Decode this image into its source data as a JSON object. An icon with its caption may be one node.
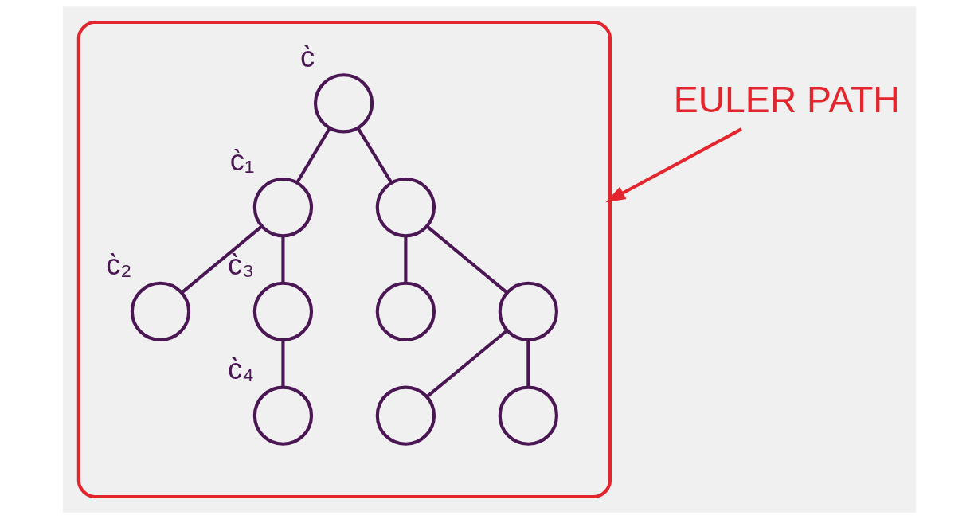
{
  "diagram": {
    "nodes": [
      {
        "text": [],
        "shape": "outline"
      },
      {
        "text": [],
        "shape": "circle",
        "beside": [
          "c̀"
        ],
        "in": 0
      },
      {
        "text": [],
        "shape": "circle",
        "beside": [
          "c̀₁"
        ],
        "in": 0
      },
      {
        "text": [],
        "shape": "circle",
        "in": 0
      },
      {
        "text": [],
        "shape": "circle",
        "beside": [
          "c̀₂"
        ],
        "in": 0
      },
      {
        "text": [],
        "shape": "circle",
        "beside": [
          "c̀₃"
        ],
        "in": 0
      },
      {
        "text": [],
        "shape": "circle",
        "in": 0
      },
      {
        "text": [],
        "shape": "circle",
        "in": 0
      },
      {
        "text": [],
        "shape": "circle",
        "beside": [
          "c̀₄"
        ],
        "in": 0
      },
      {
        "text": [],
        "shape": "circle",
        "in": 0
      },
      {
        "text": [],
        "shape": "circle",
        "in": 0
      },
      {
        "text": [
          "EULER PATH"
        ]
      }
    ],
    "edges": [
      {
        "from": 1,
        "to": 2,
        "arrow": "none"
      },
      {
        "from": 1,
        "to": 3,
        "arrow": "none"
      },
      {
        "from": 2,
        "to": 4,
        "arrow": "none"
      },
      {
        "from": 2,
        "to": 5,
        "arrow": "none"
      },
      {
        "from": 3,
        "to": 6,
        "arrow": "none"
      },
      {
        "from": 3,
        "to": 7,
        "arrow": "none"
      },
      {
        "from": 5,
        "to": 8,
        "arrow": "none"
      },
      {
        "from": 7,
        "to": 9,
        "arrow": "none"
      },
      {
        "from": 7,
        "to": 10,
        "arrow": "none"
      },
      {
        "from": 11,
        "to": 0,
        "arrow": "to",
        "color": "#e3262e"
      }
    ]
  }
}
